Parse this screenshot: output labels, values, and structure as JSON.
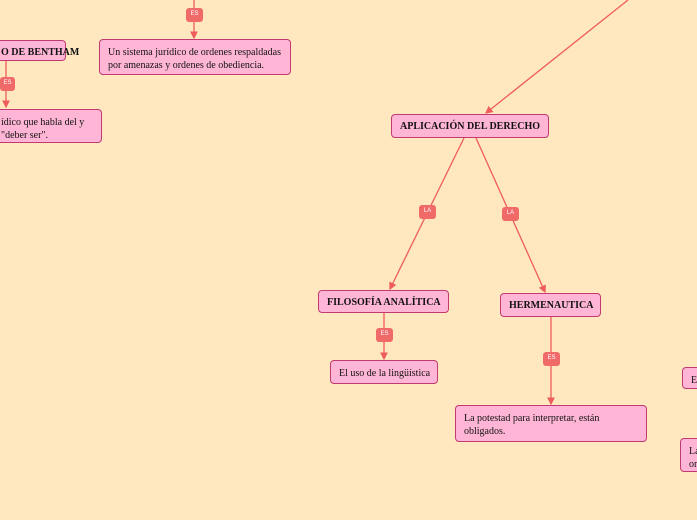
{
  "nodes": {
    "bentham": "O DE BENTHAM",
    "sistema": "Un sistema jurídico de ordenes respaldadas por amenazas y ordenes de obediencia.",
    "left_text": "ídico que habla del y \"deber ser\".",
    "aplicacion": "APLICACIÓN DEL DERECHO",
    "filosofia": "FILOSOFÍA ANALÍTICA",
    "hermeneutica": "HERMENAUTICA",
    "uso": "El uso de la lingüística",
    "potestad": "La potestad para interpretar, están obligados.",
    "right_1": "E",
    "right_2": "La or"
  },
  "connectors": {
    "es": "ES",
    "la": "LA"
  },
  "colors": {
    "background": "#ffe8bf",
    "node_fill": "#ffb6d6",
    "node_border": "#c23a72",
    "connector": "#f06a6a",
    "line": "#ef5c5c"
  }
}
